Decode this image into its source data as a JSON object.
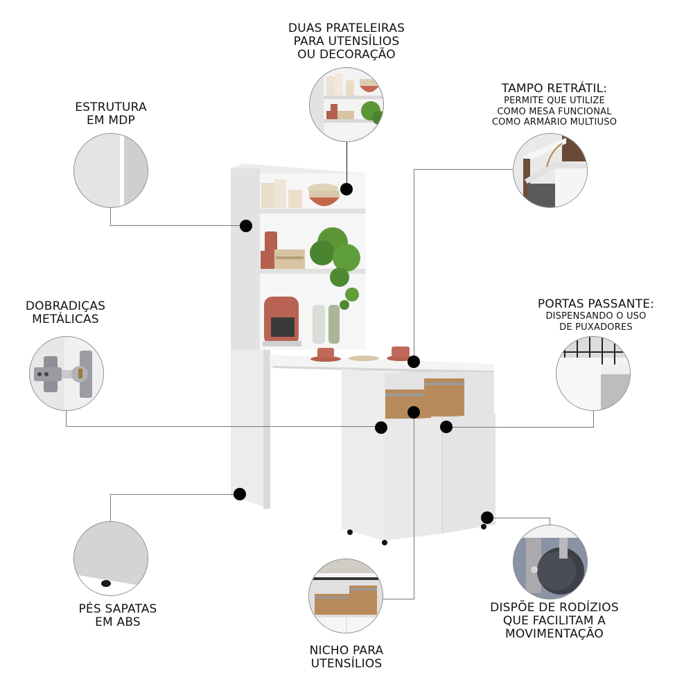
{
  "callouts": {
    "shelves": {
      "title_lines": [
        "DUAS PRATELEIRAS",
        "PARA UTENSÍLIOS",
        "OU DECORAÇÃO"
      ],
      "icon": "shelves-detail"
    },
    "structure": {
      "title_lines": [
        "ESTRUTURA",
        "EM MDP"
      ],
      "icon": "mdp-panel-detail"
    },
    "retractable_top": {
      "title": "TAMPO RETRÁTIL:",
      "sub_lines": [
        "PERMITE QUE UTILIZE",
        "COMO MESA FUNCIONAL",
        "COMO ARMÁRIO MULTIUSO"
      ],
      "icon": "folding-table-detail"
    },
    "hinges": {
      "title_lines": [
        "DOBRADIÇAS",
        "METÁLICAS"
      ],
      "icon": "hinge-detail"
    },
    "doors": {
      "title": "PORTAS PASSANTE:",
      "sub_lines": [
        "DISPENSANDO O USO",
        "DE PUXADORES"
      ],
      "icon": "door-edge-detail"
    },
    "feet": {
      "title_lines": [
        "PÉS SAPATAS",
        "EM ABS"
      ],
      "icon": "foot-detail"
    },
    "niche": {
      "title_lines": [
        "NICHO PARA",
        "UTENSÍLIOS"
      ],
      "icon": "niche-detail"
    },
    "casters": {
      "title_lines": [
        "DISPÕE DE RODÍZIOS",
        "QUE FACILITAM A",
        "MOVIMENTAÇÃO"
      ],
      "icon": "caster-wheel-detail"
    }
  },
  "colors": {
    "background": "#ffffff",
    "furniture_white": "#f1f1f1",
    "terracotta": "#b5604e",
    "canister_tan": "#b98a5c",
    "plant_green": "#4f8a32",
    "dot": "#050505",
    "line": "#777777"
  }
}
